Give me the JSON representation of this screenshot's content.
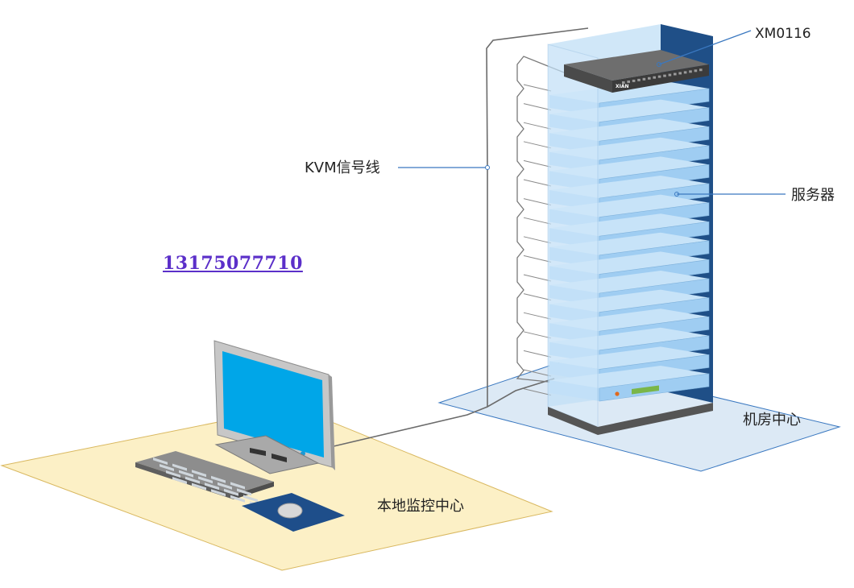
{
  "labels": {
    "kvm_model": "XM0116",
    "kvm_cable": "KVM信号线",
    "servers": "服务器",
    "server_room": "机房中心",
    "local_monitoring": "本地监控中心",
    "phone_number": "13175077710",
    "kvm_brand": "XIAN"
  },
  "colors": {
    "room_floor": "#dce9f5",
    "desk_floor": "#fcf0c6",
    "rack_blue": "#1f4f87",
    "server_blue": "#9fcdf2",
    "display_led": "#7ab648",
    "power_dot": "#e06a1e",
    "screen": "#00a6e8",
    "leader_line": "#3a78c0",
    "phone_text": "#5b2fc9"
  },
  "rack": {
    "server_count": 16
  }
}
